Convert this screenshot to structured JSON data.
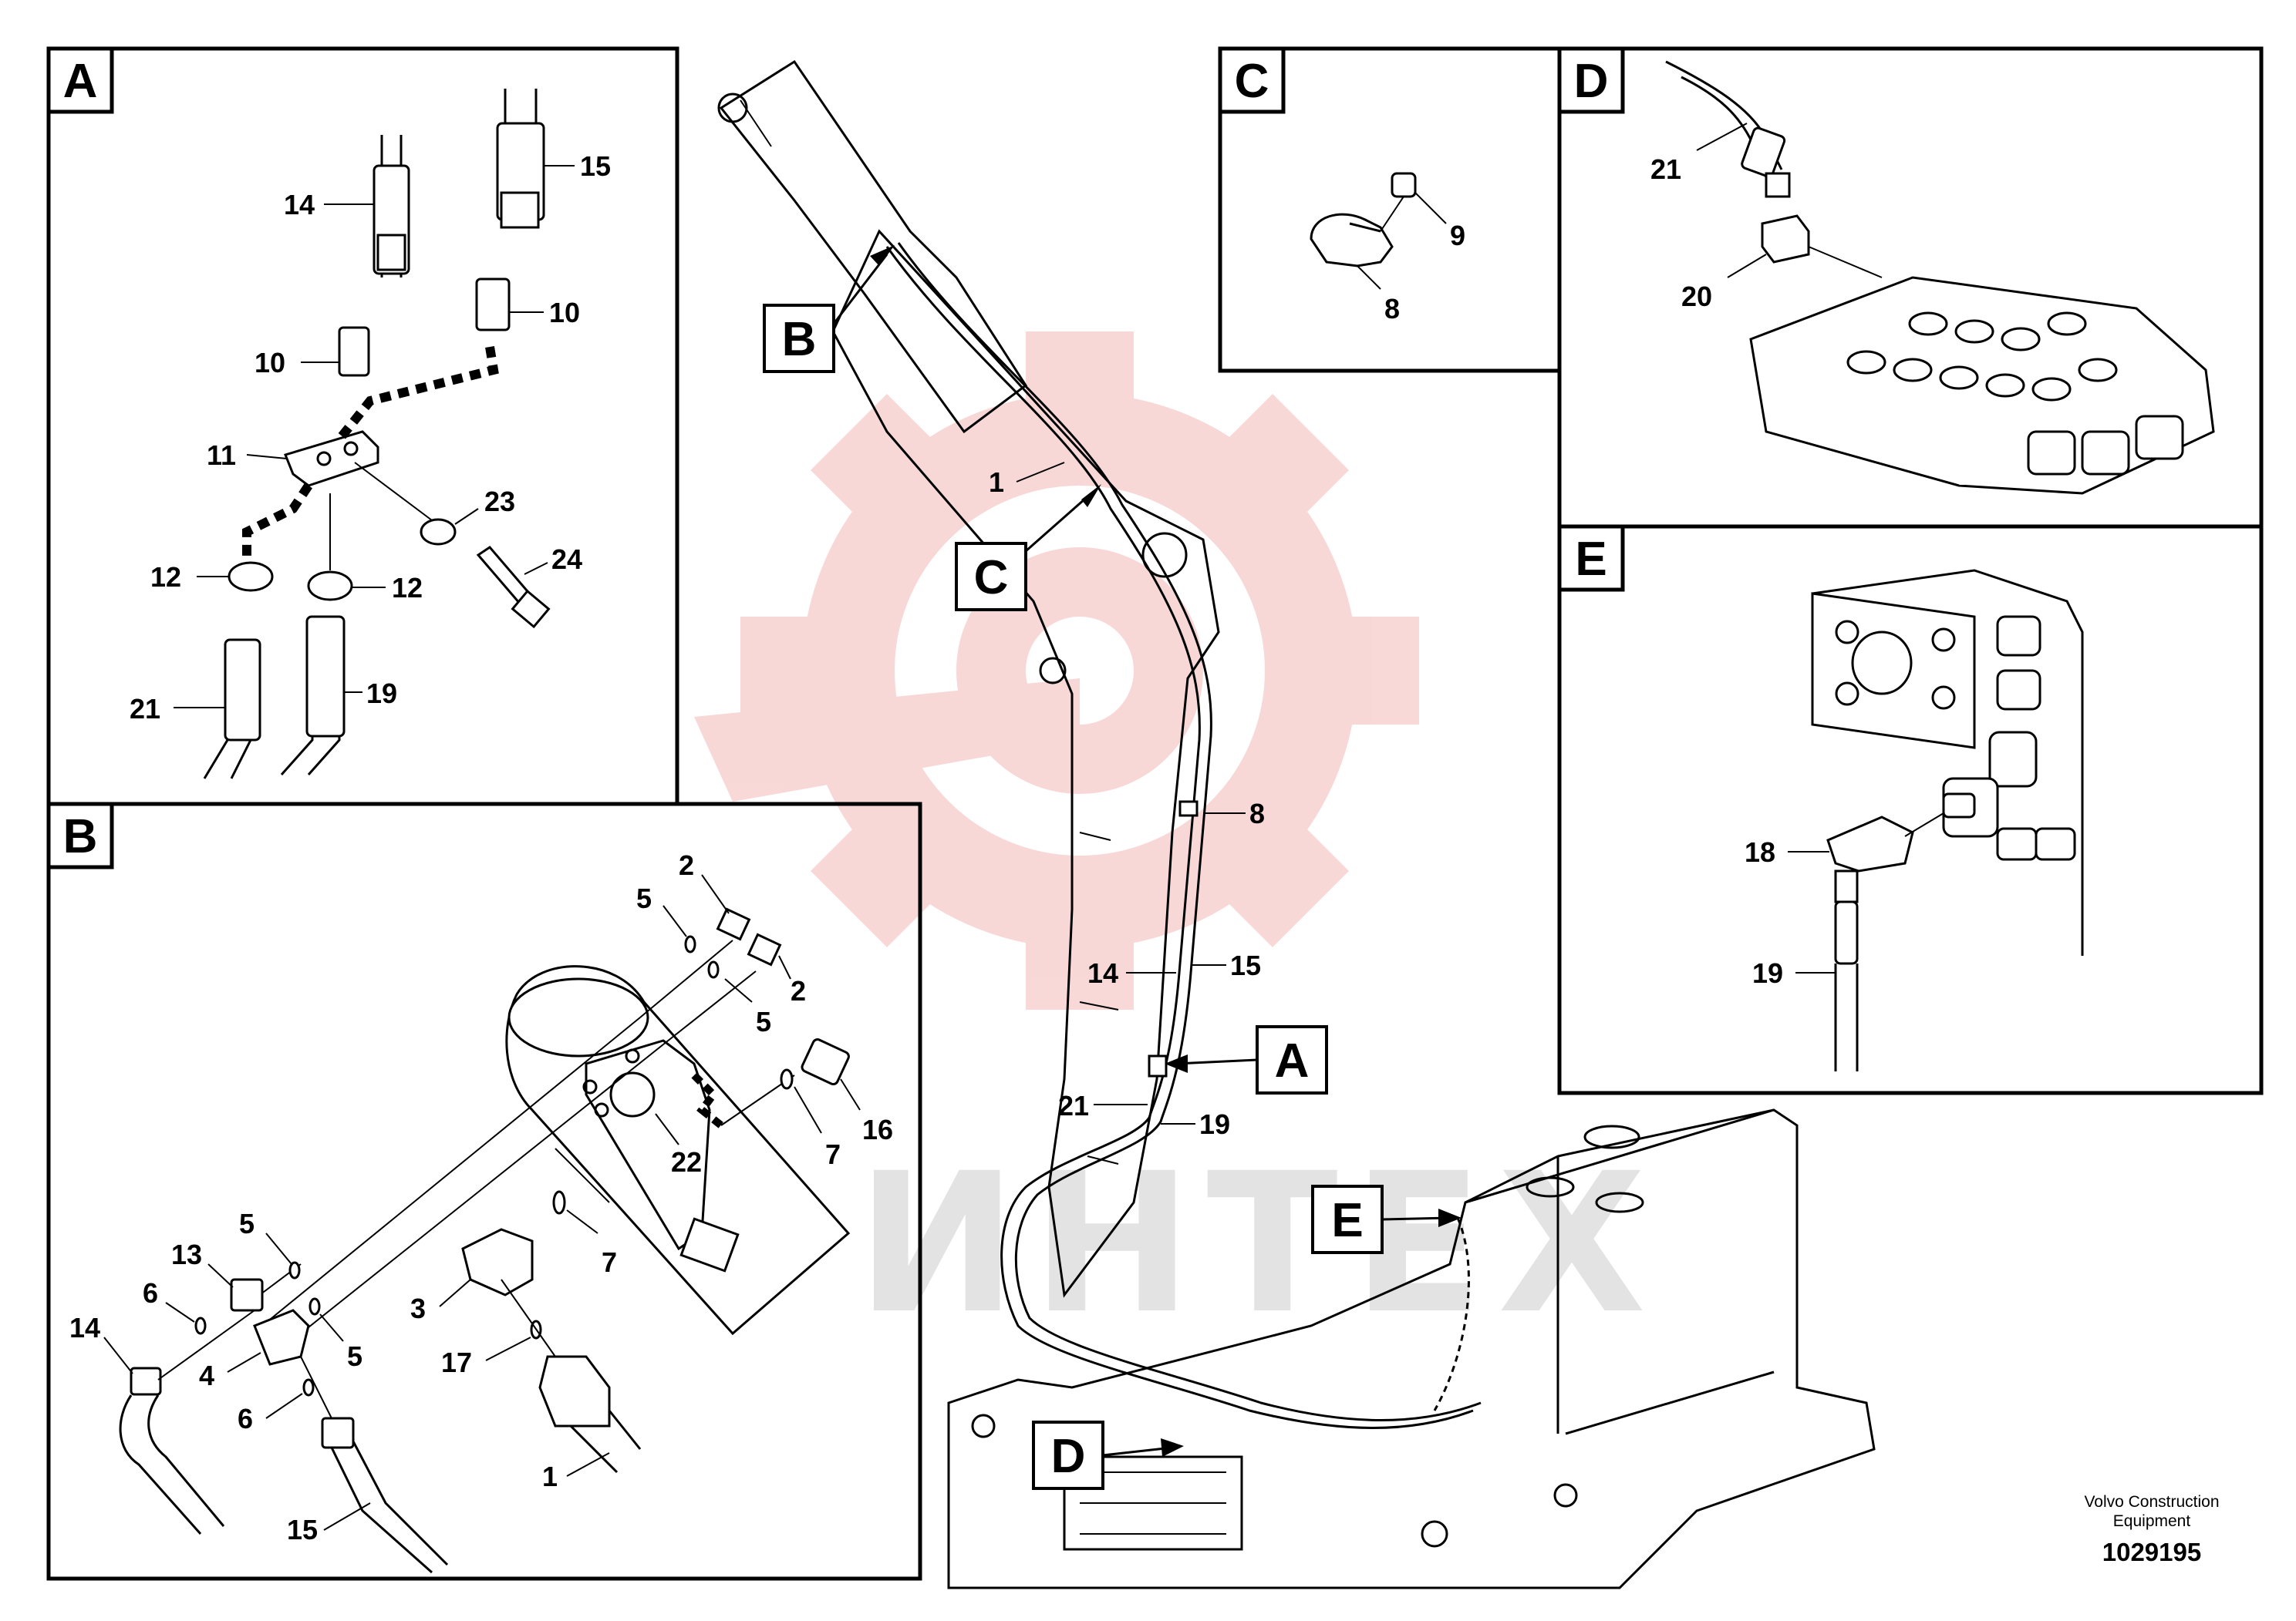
{
  "detail_views": [
    {
      "id": "A",
      "label": "A"
    },
    {
      "id": "B",
      "label": "B"
    },
    {
      "id": "C",
      "label": "C"
    },
    {
      "id": "D",
      "label": "D"
    },
    {
      "id": "E",
      "label": "E"
    }
  ],
  "main_view_tags": {
    "A": "A",
    "B": "B",
    "C": "C",
    "D": "D",
    "E": "E"
  },
  "callouts": {
    "a_14": "14",
    "a_15": "15",
    "a_10_left": "10",
    "a_10_right": "10",
    "a_11": "11",
    "a_23": "23",
    "a_12_left": "12",
    "a_12_right": "12",
    "a_24": "24",
    "a_21": "21",
    "a_19": "19",
    "b_2_top": "2",
    "b_5_top": "5",
    "b_2_mid": "2",
    "b_5_mid": "5",
    "b_16": "16",
    "b_22": "22",
    "b_7_top": "7",
    "b_7_mid": "7",
    "b_5_left": "5",
    "b_13": "13",
    "b_6_top": "6",
    "b_14": "14",
    "b_5_bottom": "5",
    "b_3": "3",
    "b_4": "4",
    "b_17": "17",
    "b_6_bottom": "6",
    "b_1": "1",
    "b_15": "15",
    "c_9": "9",
    "c_8": "8",
    "d_21": "21",
    "d_20": "20",
    "e_18": "18",
    "e_19": "19",
    "m_1": "1",
    "m_8": "8",
    "m_14": "14",
    "m_15": "15",
    "m_21": "21",
    "m_19": "19"
  },
  "watermark": "ИНТЕХ",
  "footer": {
    "manufacturer_line1": "Volvo Construction",
    "manufacturer_line2": "Equipment",
    "document_number": "1029195"
  },
  "colors": {
    "line": "#000000",
    "watermark_logo": "#f4b8b8",
    "watermark_text": "#e3e3e3",
    "background": "#ffffff"
  }
}
